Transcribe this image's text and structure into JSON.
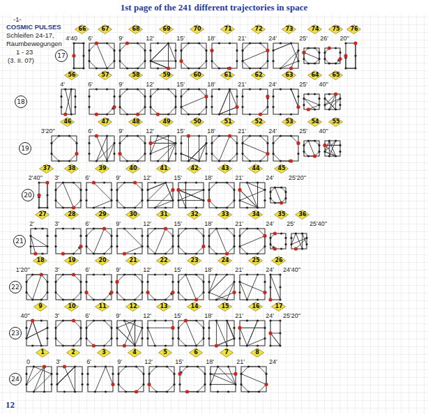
{
  "diagram": {
    "title": "1st page of the 241 different trajectories in space",
    "nodes": [
      {
        "text": [
          "17"
        ]
      },
      {
        "text": [
          "66"
        ]
      },
      {
        "text": [
          "67"
        ]
      },
      {
        "text": [
          "68"
        ]
      },
      {
        "text": [
          "69"
        ]
      },
      {
        "text": [
          "70"
        ]
      },
      {
        "text": [
          "71"
        ]
      },
      {
        "text": [
          "72"
        ]
      },
      {
        "text": [
          "73"
        ]
      },
      {
        "text": [
          "74"
        ]
      },
      {
        "text": [
          "75"
        ]
      },
      {
        "text": [
          "76"
        ]
      },
      {
        "text": [
          "18"
        ]
      },
      {
        "text": [
          "56"
        ]
      },
      {
        "text": [
          "57"
        ]
      },
      {
        "text": [
          "58"
        ]
      },
      {
        "text": [
          "59"
        ]
      },
      {
        "text": [
          "60"
        ]
      },
      {
        "text": [
          "61"
        ]
      },
      {
        "text": [
          "62"
        ]
      },
      {
        "text": [
          "63"
        ]
      },
      {
        "text": [
          "64"
        ]
      },
      {
        "text": [
          "65"
        ]
      },
      {
        "text": [
          "19"
        ]
      },
      {
        "text": [
          "46"
        ]
      },
      {
        "text": [
          "47"
        ]
      },
      {
        "text": [
          "48"
        ]
      },
      {
        "text": [
          "49"
        ]
      },
      {
        "text": [
          "50"
        ]
      },
      {
        "text": [
          "51"
        ]
      },
      {
        "text": [
          "52"
        ]
      },
      {
        "text": [
          "53"
        ]
      },
      {
        "text": [
          "54"
        ]
      },
      {
        "text": [
          "55"
        ]
      },
      {
        "text": [
          "20"
        ]
      },
      {
        "text": [
          "37"
        ]
      },
      {
        "text": [
          "38"
        ]
      },
      {
        "text": [
          "39"
        ]
      },
      {
        "text": [
          "40"
        ]
      },
      {
        "text": [
          "41"
        ]
      },
      {
        "text": [
          "42"
        ]
      },
      {
        "text": [
          "43"
        ]
      },
      {
        "text": [
          "44"
        ]
      },
      {
        "text": [
          "45"
        ]
      },
      {
        "text": [
          "21"
        ]
      },
      {
        "text": [
          "27"
        ]
      },
      {
        "text": [
          "28"
        ]
      },
      {
        "text": [
          "29"
        ]
      },
      {
        "text": [
          "30"
        ]
      },
      {
        "text": [
          "31"
        ]
      },
      {
        "text": [
          "32"
        ]
      },
      {
        "text": [
          "33"
        ]
      },
      {
        "text": [
          "34"
        ]
      },
      {
        "text": [
          "35"
        ]
      },
      {
        "text": [
          "36"
        ]
      },
      {
        "text": [
          "22"
        ]
      },
      {
        "text": [
          "18"
        ]
      },
      {
        "text": [
          "19"
        ]
      },
      {
        "text": [
          "20"
        ]
      },
      {
        "text": [
          "21"
        ]
      },
      {
        "text": [
          "22"
        ]
      },
      {
        "text": [
          "23"
        ]
      },
      {
        "text": [
          "24"
        ]
      },
      {
        "text": [
          "25"
        ]
      },
      {
        "text": [
          "26"
        ]
      },
      {
        "text": [
          "23"
        ]
      },
      {
        "text": [
          "9"
        ]
      },
      {
        "text": [
          "10"
        ]
      },
      {
        "text": [
          "11"
        ]
      },
      {
        "text": [
          "12"
        ]
      },
      {
        "text": [
          "13"
        ]
      },
      {
        "text": [
          "14"
        ]
      },
      {
        "text": [
          "15"
        ]
      },
      {
        "text": [
          "16"
        ]
      },
      {
        "text": [
          "17"
        ]
      },
      {
        "text": [
          "24"
        ]
      },
      {
        "text": [
          "1"
        ]
      },
      {
        "text": [
          "2"
        ]
      },
      {
        "text": [
          "3"
        ]
      },
      {
        "text": [
          "4"
        ]
      },
      {
        "text": [
          "5"
        ]
      },
      {
        "text": [
          "6"
        ]
      },
      {
        "text": [
          "7"
        ]
      },
      {
        "text": [
          "8"
        ]
      }
    ],
    "labels": [
      "-1-",
      "COSMIC PULSES",
      "Schleifen 24-17,",
      "Raumbewegungen",
      "1 - 23",
      "(3. II. 07)",
      "4'40",
      "6'",
      "9'",
      "12'",
      "15'",
      "18'",
      "21'",
      "24'",
      "25'",
      "26'",
      "20''",
      "4'",
      "6'",
      "9'",
      "12'",
      "15'",
      "18'",
      "21'",
      "24'",
      "25'",
      "40''",
      "3'20''",
      "6'",
      "9'",
      "12'",
      "15'",
      "18'",
      "21'",
      "24'",
      "25'",
      "40''",
      "2'40''",
      "3'",
      "6'",
      "9'",
      "12'",
      "15'",
      "18'",
      "21'",
      "24'",
      "25'20''",
      "2'",
      "3'",
      "6'",
      "9'",
      "12'",
      "15'",
      "18'",
      "21'",
      "24'",
      "25'",
      "25'40''",
      "1'20''",
      "3'",
      "6'",
      "9'",
      "12'",
      "15'",
      "18'",
      "21'",
      "24'",
      "24'40''",
      "40''",
      "3'",
      "6'",
      "9'",
      "12'",
      "15'",
      "18'",
      "21'",
      "24'",
      "25'20''",
      "0",
      "3'",
      "6'",
      "9'",
      "12'",
      "15'",
      "18'",
      "21'",
      "24'",
      "12"
    ]
  }
}
